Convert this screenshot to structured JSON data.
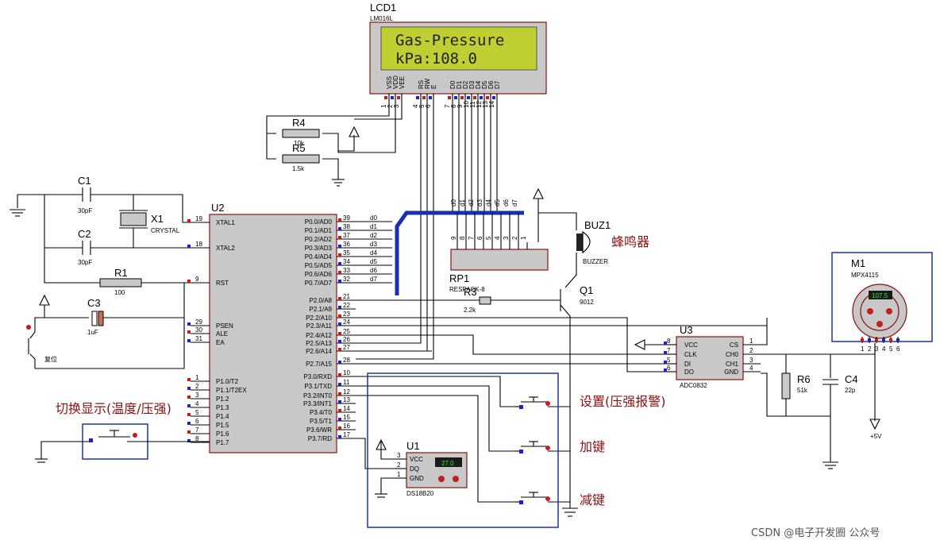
{
  "lcd": {
    "ref": "LCD1",
    "part": "LM016L",
    "line1": "Gas-Pressure",
    "line2": "kPa:108.0",
    "pins": [
      "VSS",
      "VDD",
      "VEE",
      "RS",
      "RW",
      "E",
      "D0",
      "D1",
      "D2",
      "D3",
      "D4",
      "D5",
      "D6",
      "D7"
    ],
    "pin_nums": [
      "1",
      "2",
      "3",
      "4",
      "5",
      "6",
      "7",
      "8",
      "9",
      "10",
      "11",
      "12",
      "13",
      "14"
    ]
  },
  "r4": {
    "ref": "R4",
    "val": "10k"
  },
  "r5": {
    "ref": "R5",
    "val": "1.5k"
  },
  "c1": {
    "ref": "C1",
    "val": "30pF"
  },
  "c2": {
    "ref": "C2",
    "val": "30pF"
  },
  "x1": {
    "ref": "X1",
    "val": "CRYSTAL"
  },
  "r1": {
    "ref": "R1",
    "val": "100"
  },
  "c3": {
    "ref": "C3",
    "val": "1uF"
  },
  "reset_label": "复位",
  "mcu": {
    "ref": "U2",
    "left_pins": [
      [
        "19",
        "XTAL1"
      ],
      [
        "18",
        "XTAL2"
      ],
      [
        "9",
        "RST"
      ],
      [
        "29",
        "PSEN"
      ],
      [
        "30",
        "ALE"
      ],
      [
        "31",
        "EA"
      ],
      [
        "1",
        "P1.0/T2"
      ],
      [
        "2",
        "P1.1/T2EX"
      ],
      [
        "3",
        "P1.2"
      ],
      [
        "4",
        "P1.3"
      ],
      [
        "5",
        "P1.4"
      ],
      [
        "6",
        "P1.5"
      ],
      [
        "7",
        "P1.6"
      ],
      [
        "8",
        "P1.7"
      ]
    ],
    "right_pins": [
      [
        "39",
        "P0.0/AD0"
      ],
      [
        "38",
        "P0.1/AD1"
      ],
      [
        "37",
        "P0.2/AD2"
      ],
      [
        "36",
        "P0.3/AD3"
      ],
      [
        "35",
        "P0.4/AD4"
      ],
      [
        "34",
        "P0.5/AD5"
      ],
      [
        "33",
        "P0.6/AD6"
      ],
      [
        "32",
        "P0.7/AD7"
      ],
      [
        "21",
        "P2.0/A8"
      ],
      [
        "22",
        "P2.1/A9"
      ],
      [
        "23",
        "P2.2/A10"
      ],
      [
        "24",
        "P2.3/A11"
      ],
      [
        "25",
        "P2.4/A12"
      ],
      [
        "26",
        "P2.5/A13"
      ],
      [
        "27",
        "P2.6/A14"
      ],
      [
        "28",
        "P2.7/A15"
      ],
      [
        "10",
        "P3.0/RXD"
      ],
      [
        "11",
        "P3.1/TXD"
      ],
      [
        "12",
        "P3.2/INT0"
      ],
      [
        "13",
        "P3.3/INT1"
      ],
      [
        "14",
        "P3.4/T0"
      ],
      [
        "15",
        "P3.5/T1"
      ],
      [
        "16",
        "P3.6/WR"
      ],
      [
        "17",
        "P3.7/RD"
      ]
    ]
  },
  "bus_labels": [
    "d0",
    "d1",
    "d2",
    "d3",
    "d4",
    "d5",
    "d6",
    "d7"
  ],
  "rp1": {
    "ref": "RP1",
    "part": "RESPACK-8",
    "pins": [
      "9",
      "8",
      "7",
      "6",
      "5",
      "4",
      "3",
      "2",
      "1"
    ]
  },
  "buz": {
    "ref": "BUZ1",
    "part": "BUZZER",
    "cn": "蜂鸣器"
  },
  "q1": {
    "ref": "Q1",
    "part": "9012"
  },
  "r3": {
    "ref": "R3",
    "val": "2.2k"
  },
  "u3": {
    "ref": "U3",
    "part": "ADC0832",
    "left": [
      [
        "8",
        "VCC"
      ],
      [
        "7",
        "CLK"
      ],
      [
        "5",
        "DI"
      ],
      [
        "6",
        "DO"
      ]
    ],
    "right": [
      [
        "1",
        "CS"
      ],
      [
        "2",
        "CH0"
      ],
      [
        "3",
        "CH1"
      ],
      [
        "4",
        "GND"
      ]
    ]
  },
  "m1": {
    "ref": "M1",
    "part": "MPX4115",
    "reading": "107.5",
    "pins": [
      "1",
      "2",
      "3",
      "4",
      "5",
      "6"
    ]
  },
  "r6": {
    "ref": "R6",
    "val": "51k"
  },
  "c4": {
    "ref": "C4",
    "val": "22p"
  },
  "vcc_label": "+5V",
  "u1": {
    "ref": "U1",
    "part": "DS18B20",
    "reading": "27.0",
    "pins": [
      [
        "3",
        "VCC"
      ],
      [
        "2",
        "DQ"
      ],
      [
        "1",
        "GND"
      ]
    ]
  },
  "buttons": {
    "switch": "切换显示(温度/压强)",
    "set": "设置(压强报警)",
    "plus": "加键",
    "minus": "减键"
  },
  "watermark": "CSDN @电子开发圈 公众号",
  "colors": {
    "lcd_bg": "#bfcf32",
    "chip": "#c8c8c8",
    "chip_border": "#8a1010",
    "bus": "#1830b0",
    "frame": "#2030b0",
    "label_red": "#8a1010"
  }
}
